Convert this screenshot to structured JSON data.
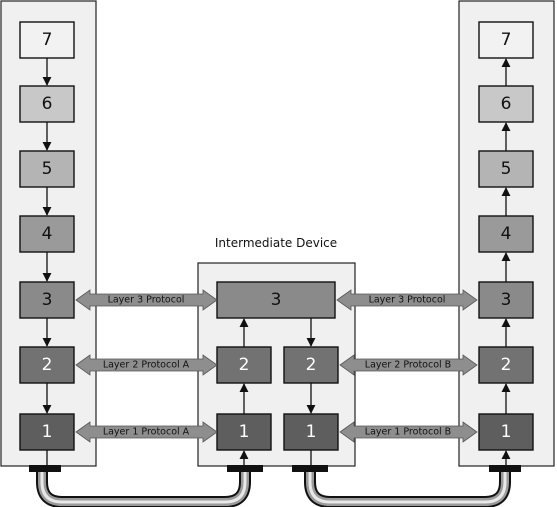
{
  "title": "Intermediate Device",
  "layers": {
    "l7": "7",
    "l6": "6",
    "l5": "5",
    "l4": "4",
    "l3": "3",
    "l2": "2",
    "l1": "1"
  },
  "protocols": {
    "layer3_left": "Layer 3 Protocol",
    "layer3_right": "Layer 3 Protocol",
    "layer2_left": "Layer 2 Protocol A",
    "layer2_right": "Layer 2 Protocol B",
    "layer1_left": "Layer 1 Protocol A",
    "layer1_right": "Layer 1 Protocol B"
  }
}
